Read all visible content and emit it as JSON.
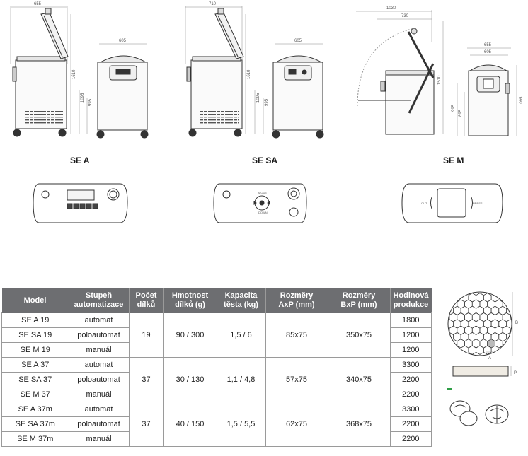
{
  "machines": [
    {
      "label": "SE A",
      "dims": {
        "width_total": "655",
        "width_front": "605",
        "height_open": "1610",
        "height_closed": "1095",
        "height_table": "995"
      }
    },
    {
      "label": "SE SA",
      "dims": {
        "width_total": "710",
        "width_front": "605",
        "height_open": "1610",
        "height_closed": "1095",
        "height_table": "995"
      }
    },
    {
      "label": "SE M",
      "dims": {
        "width_total": "1030",
        "width_mid": "730",
        "height_open": "1510",
        "width_front1": "655",
        "width_front2": "605",
        "height_closed": "1095",
        "height_table": "995",
        "height_low": "895"
      }
    }
  ],
  "panels": {
    "sem_left": "OUT",
    "sem_right": "PRESS",
    "sesa_top": "MODE",
    "sesa_bottom": "DOWN"
  },
  "table": {
    "headers": [
      "Model",
      "Stupeň\nautomatizace",
      "Počet\ndílků",
      "Hmotnost\ndílků (g)",
      "Kapacita\ntěsta (kg)",
      "Rozměry\nAxP (mm)",
      "Rozměry\nBxP (mm)",
      "Hodinová\nprodukce"
    ],
    "groups": [
      {
        "count": "19",
        "weight": "90 / 300",
        "capacity": "1,5 / 6",
        "axp": "85x75",
        "bxp": "350x75",
        "rows": [
          {
            "model": "SE A 19",
            "automation": "automat",
            "production": "1800"
          },
          {
            "model": "SE SA 19",
            "automation": "poloautomat",
            "production": "1200"
          },
          {
            "model": "SE M 19",
            "automation": "manuál",
            "production": "1200"
          }
        ]
      },
      {
        "count": "37",
        "weight": "30 / 130",
        "capacity": "1,1 / 4,8",
        "axp": "57x75",
        "bxp": "340x75",
        "rows": [
          {
            "model": "SE A 37",
            "automation": "automat",
            "production": "3300"
          },
          {
            "model": "SE SA 37",
            "automation": "poloautomat",
            "production": "2200"
          },
          {
            "model": "SE M 37",
            "automation": "manuál",
            "production": "2200"
          }
        ]
      },
      {
        "count": "37",
        "weight": "40 / 150",
        "capacity": "1,5 / 5,5",
        "axp": "62x75",
        "bxp": "368x75",
        "rows": [
          {
            "model": "SE A 37m",
            "automation": "automat",
            "production": "3300"
          },
          {
            "model": "SE SA 37m",
            "automation": "poloautomat",
            "production": "2200"
          },
          {
            "model": "SE M 37m",
            "automation": "manuál",
            "production": "2200"
          }
        ]
      }
    ]
  },
  "diagram": {
    "label_a": "A",
    "label_b": "B",
    "label_p": "P"
  },
  "colors": {
    "header_bg": "#6d6e71",
    "line": "#333333",
    "accent_green": "#2e9e46"
  }
}
